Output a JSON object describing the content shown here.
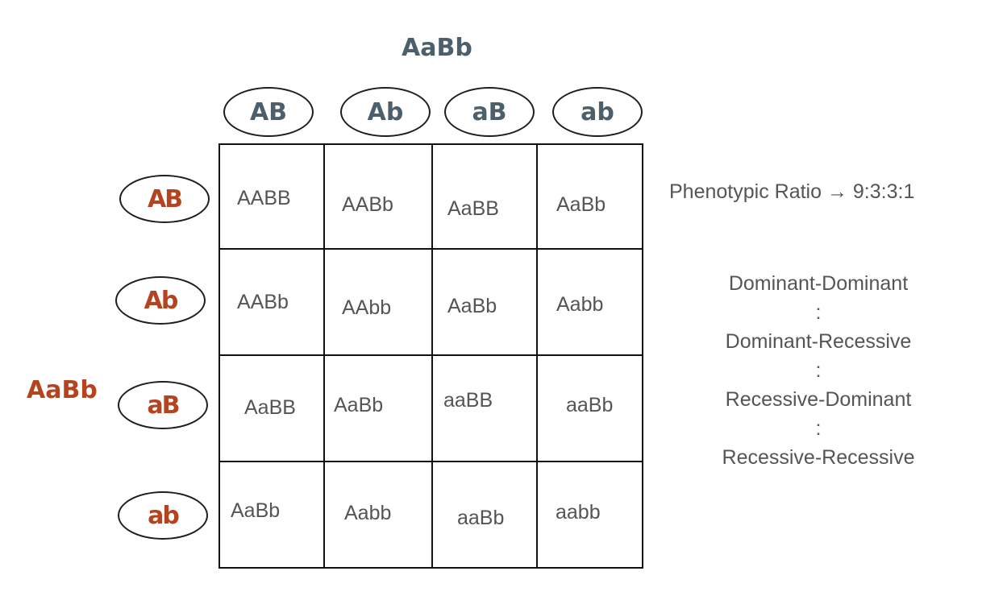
{
  "parents": {
    "top": "AaBb",
    "left": "AaBb"
  },
  "gametes": {
    "top": [
      "AB",
      "Ab",
      "aB",
      "ab"
    ],
    "left": [
      "AB",
      "Ab",
      "aB",
      "ab"
    ]
  },
  "grid": [
    [
      "AABB",
      "AABb",
      "AaBB",
      "AaBb"
    ],
    [
      "AABb",
      "AAbb",
      "AaBb",
      "Aabb"
    ],
    [
      "AaBB",
      "AaBb",
      "aaBB",
      "aaBb"
    ],
    [
      "AaBb",
      "Aabb",
      "aaBb",
      "aabb"
    ]
  ],
  "ratio_label": "Phenotypic Ratio → 9:3:3:1",
  "phenotypes": [
    "Dominant-Dominant",
    "Dominant-Recessive",
    "Recessive-Dominant",
    "Recessive-Recessive"
  ],
  "separator": ":",
  "colors": {
    "top_parent": "#4d5f6a",
    "left_parent": "#b5431f",
    "cell_text": "#555555",
    "grid_lines": "#111111"
  }
}
